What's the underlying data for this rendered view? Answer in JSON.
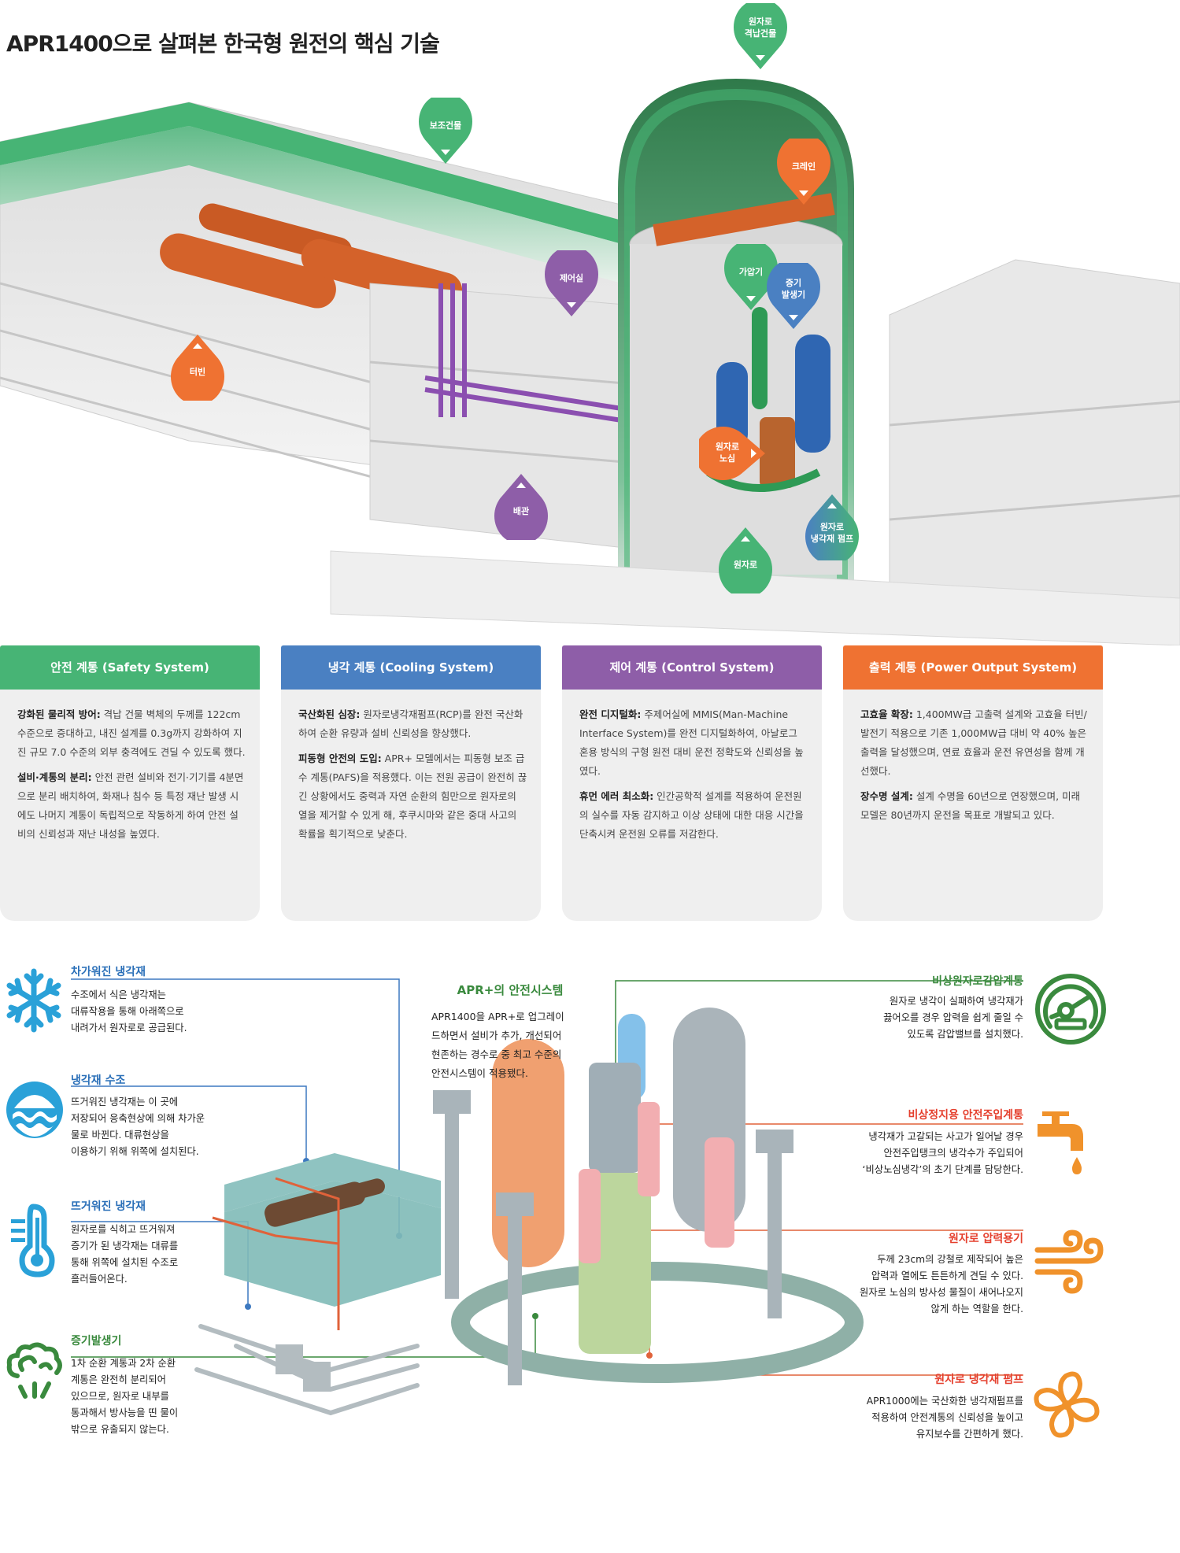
{
  "title": "APR1400으로 살펴본 한국형 원전의 핵심 기술",
  "colors": {
    "green": "#47b475",
    "blue": "#4a80c2",
    "purple": "#8e5ea8",
    "orange": "#ef7232",
    "icon_blue": "#2aa1d8",
    "icon_green": "#3a8a3e",
    "icon_orange": "#f0922b",
    "red_title": "#e5402e"
  },
  "plant_labels": [
    {
      "label": "원자로\n격납건물",
      "line1": "원자로",
      "line2": "격납건물"
    },
    {
      "label": "보조건물"
    },
    {
      "label": "크레인"
    },
    {
      "label": "제어실"
    },
    {
      "label": "가압기"
    },
    {
      "label": "증기 발생기",
      "line1": "증기",
      "line2": "발생기"
    },
    {
      "label": "터빈"
    },
    {
      "label": "원자로 노심",
      "line1": "원자로",
      "line2": "노심"
    },
    {
      "label": "배관"
    },
    {
      "label": "원자로 냉각재 펌프",
      "line1": "원자로",
      "line2": "냉각재 펌프"
    },
    {
      "label": "원자로"
    }
  ],
  "cards": [
    {
      "header": "안전 계통 (Safety System)",
      "items": [
        {
          "title": "강화된 물리적 방어:",
          "text": " 격납 건물 벽체의 두께를 122cm 수준으로 증대하고, 내진 설계를 0.3g까지 강화하여 지진 규모 7.0 수준의 외부 충격에도 견딜 수 있도록 했다."
        },
        {
          "title": "설비·계통의 분리:",
          "text": " 안전 관련 설비와 전기·기기를 4분면으로 분리 배치하여, 화재나 침수 등 특정 재난 발생 시에도 나머지 계통이 독립적으로 작동하게 하여 안전 설비의 신뢰성과 재난 내성을 높였다."
        }
      ]
    },
    {
      "header": "냉각 계통 (Cooling System)",
      "items": [
        {
          "title": "국산화된 심장:",
          "text": " 원자로냉각재펌프(RCP)를 완전 국산화하여 순환 유량과 설비 신뢰성을 향상했다."
        },
        {
          "title": "피동형 안전의 도입:",
          "text": " APR+ 모델에서는 피동형 보조 급수 계통(PAFS)을 적용했다. 이는 전원 공급이 완전히 끊긴 상황에서도 중력과 자연 순환의 힘만으로 원자로의 열을 제거할 수 있게 해, 후쿠시마와 같은 중대 사고의 확률을 획기적으로 낮춘다."
        }
      ]
    },
    {
      "header": "제어 계통 (Control System)",
      "items": [
        {
          "title": "완전 디지털화:",
          "text": " 주제어실에 MMIS(Man-Machine Interface System)를 완전 디지털화하여, 아날로그 혼용 방식의 구형 원전 대비 운전 정확도와 신뢰성을 높였다."
        },
        {
          "title": "휴먼 에러 최소화:",
          "text": " 인간공학적 설계를 적용하여 운전원의 실수를 자동 감지하고 이상 상태에 대한 대응 시간을 단축시켜 운전원 오류를 저감한다."
        }
      ]
    },
    {
      "header": "출력 계통 (Power Output System)",
      "items": [
        {
          "title": "고효율 확장:",
          "text": " 1,400MW급 고출력 설계와 고효율 터빈/발전기 적용으로 기존 1,000MW급 대비 약 40% 높은 출력을 달성했으며, 연료 효율과 운전 유연성을 함께 개선했다."
        },
        {
          "title": "장수명 설계:",
          "text": " 설계 수명을 60년으로 연장했으며, 미래 모델은 80년까지 운전을 목표로 개발되고 있다."
        }
      ]
    }
  ],
  "center": {
    "title": "APR+의 안전시스템",
    "lines": [
      "APR1400을 APR+로 업그레이",
      "드하면서 설비가 추가, 개선되어",
      "현존하는 경수로 중 최고 수준의",
      "안전시스템이 적용됐다."
    ]
  },
  "left_items": [
    {
      "icon": "snowflake-icon",
      "title": "차가워진 냉각재",
      "lines": [
        "수조에서 식은 냉각재는",
        "대류작용을 통해 아래쪽으로",
        "내려가서 원자로로 공급된다."
      ]
    },
    {
      "icon": "water-tank-icon",
      "title": "냉각재 수조",
      "lines": [
        "뜨거워진 냉각재는 이 곳에",
        "저장되어 응축현상에 의해 차가운",
        "물로 바뀐다. 대류현상을",
        "이용하기 위해 위쪽에 설치된다."
      ]
    },
    {
      "icon": "thermometer-icon",
      "title": "뜨거워진 냉각재",
      "lines": [
        "원자로를 식히고 뜨거워져",
        "증기가 된 냉각재는 대류를",
        "통해 위쪽에 설치된 수조로",
        "흘러들어온다."
      ]
    },
    {
      "icon": "steam-cloud-icon",
      "title": "증기발생기",
      "lines": [
        "1차 순환 계통과 2차 순환",
        "계통은 완전히 분리되어",
        "있으므로, 원자로 내부를",
        "통과해서 방사능을 띤 물이",
        "밖으로 유출되지 않는다."
      ]
    }
  ],
  "right_items": [
    {
      "icon": "pressure-gauge-icon",
      "title": "비상원자로감압계통",
      "lines": [
        "원자로 냉각이 실패하여 냉각재가",
        "끓어오를 경우 압력을 쉽게 줄일 수",
        "있도록 감압밸브를 설치했다."
      ]
    },
    {
      "icon": "faucet-icon",
      "title": "비상정지용 안전주입계통",
      "lines": [
        "냉각재가 고갈되는 사고가 일어날 경우",
        "안전주입탱크의 냉각수가 주입되어",
        "‘비상노심냉각’의 초기 단계를 담당한다."
      ]
    },
    {
      "icon": "wind-icon",
      "title": "원자로 압력용기",
      "lines": [
        "두께 23cm의 강철로 제작되어 높은",
        "압력과 열에도 튼튼하게 견딜 수 있다.",
        "원자로 노심의 방사성 물질이 새어나오지",
        "않게 하는 역할을 한다."
      ]
    },
    {
      "icon": "fan-icon",
      "title": "원자로 냉각재 펌프",
      "lines": [
        "APR1000에는 국산화한 냉각재펌프를",
        "적용하여 안전계통의 신뢰성을 높이고",
        "유지보수를 간편하게 했다."
      ]
    }
  ]
}
